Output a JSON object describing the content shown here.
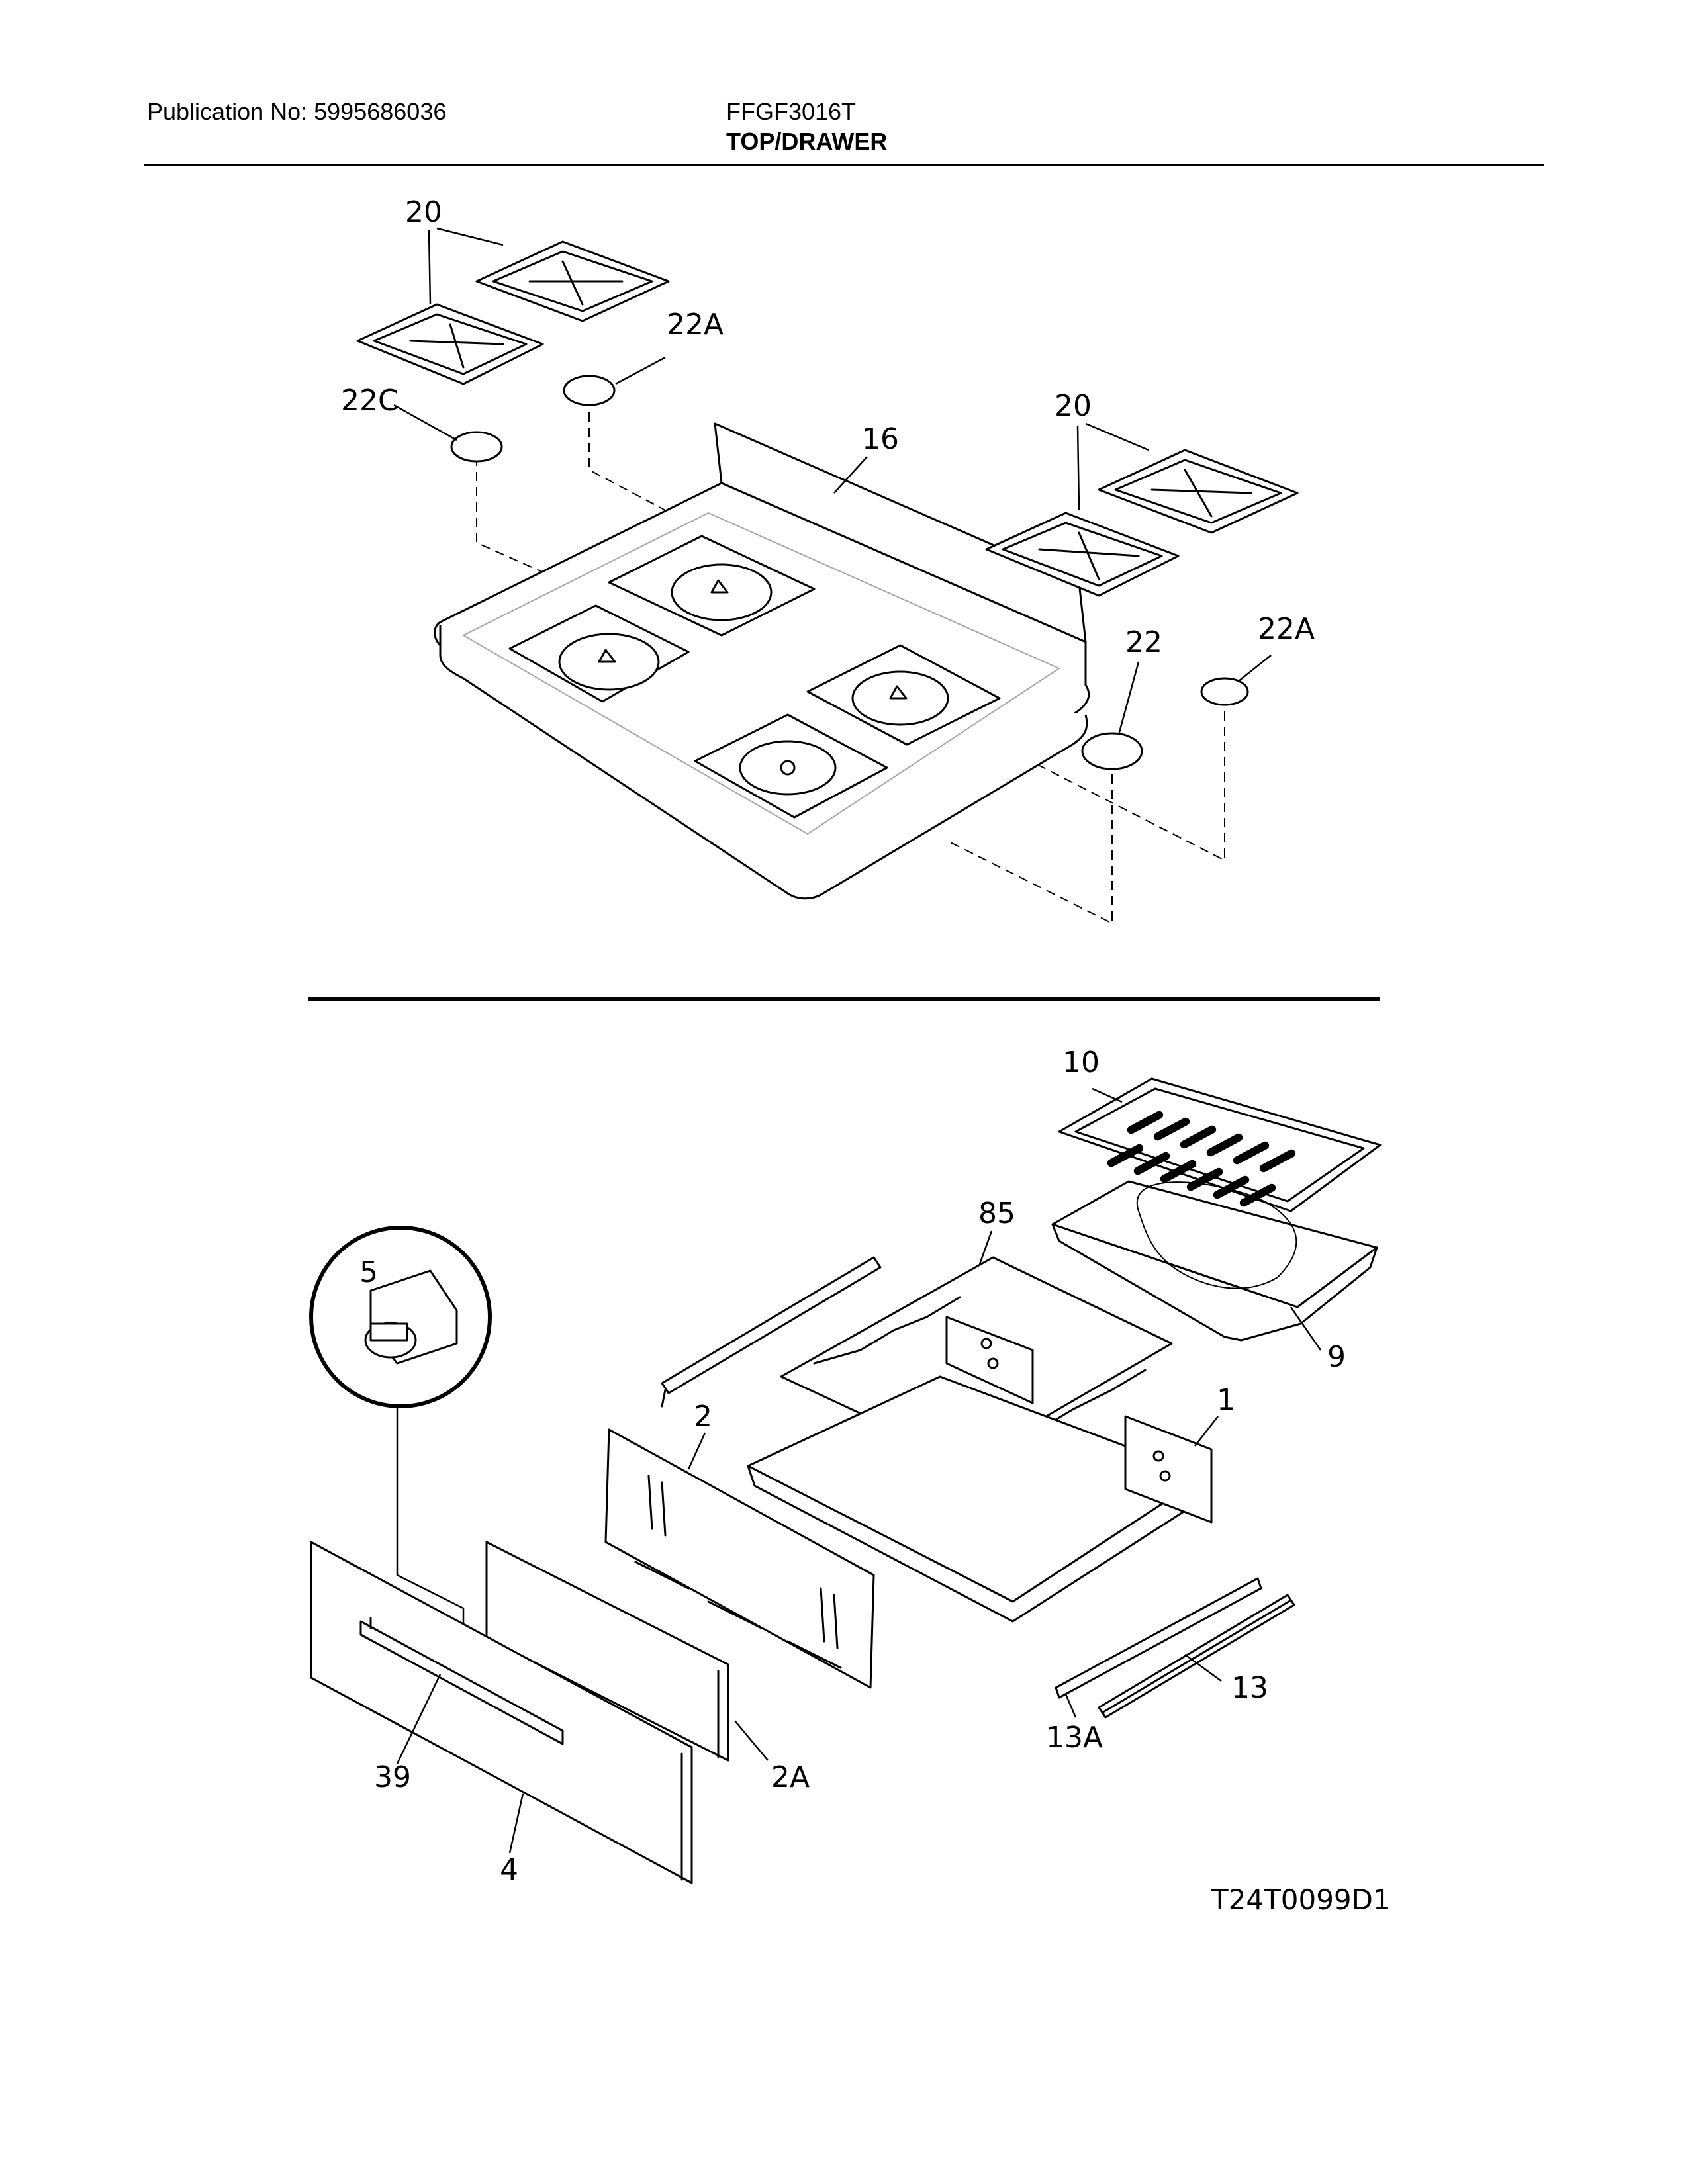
{
  "header": {
    "publication": "Publication No: 5995686036",
    "model": "FFGF3016T",
    "section": "TOP/DRAWER"
  },
  "callouts": {
    "grates_left": "20",
    "grates_right": "20",
    "cap_22a_top": "22A",
    "cap_22c": "22C",
    "cooktop": "16",
    "cap_22": "22",
    "cap_22a_right": "22A",
    "broil_grid": "10",
    "broil_pan": "9",
    "rack": "85",
    "glide_roller": "5",
    "drawer_back": "2",
    "drawer_body": "1",
    "drawer_panel": "2A",
    "handle": "39",
    "drawer_front": "4",
    "rail": "13",
    "rail_mount": "13A"
  },
  "drawing_code": "T24T0099D1"
}
